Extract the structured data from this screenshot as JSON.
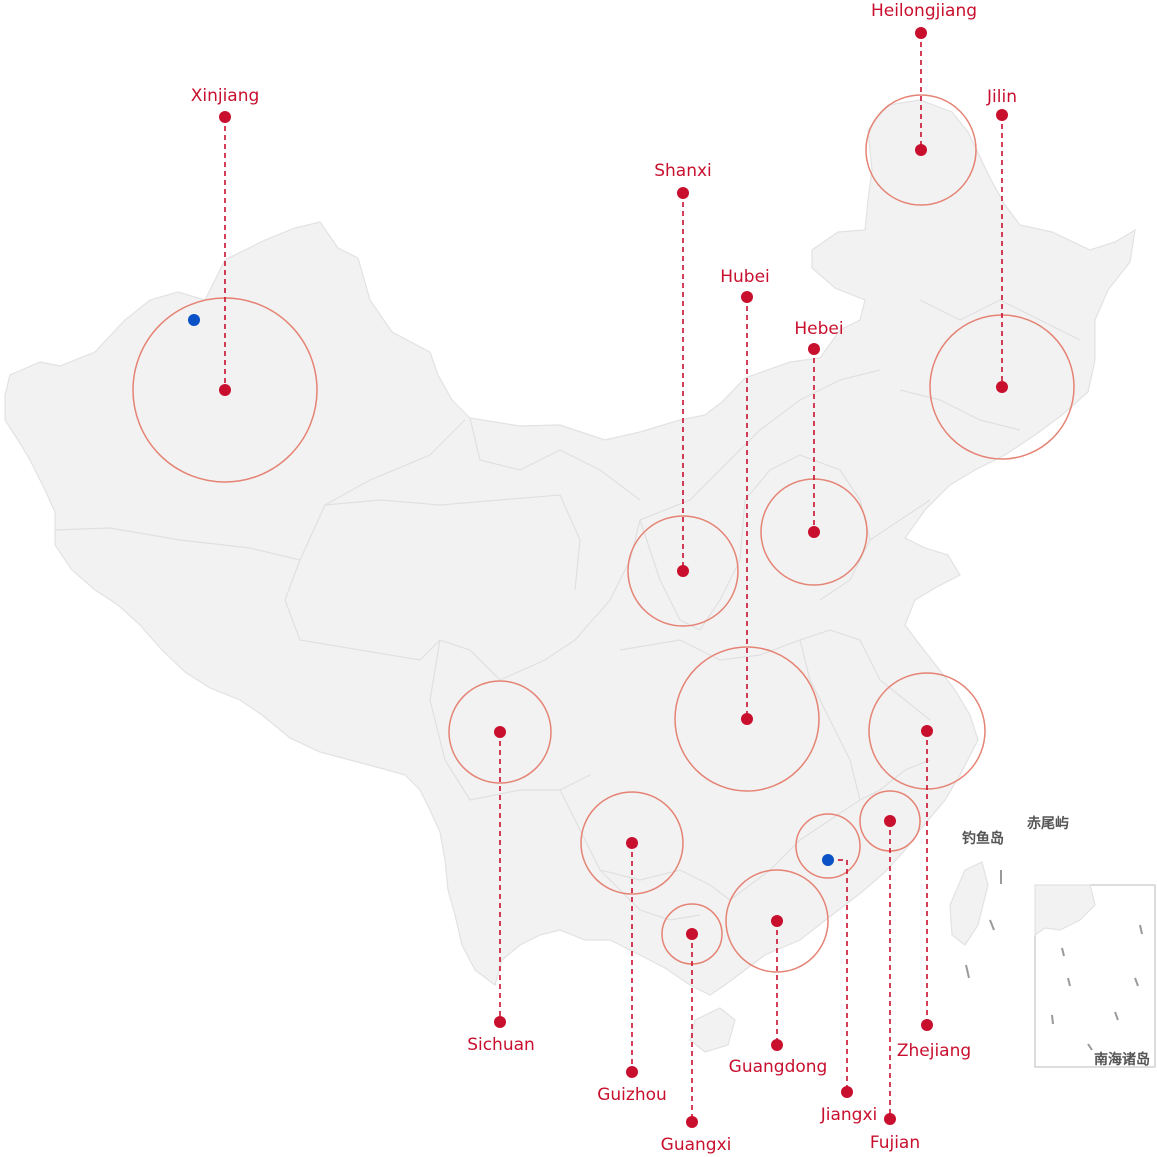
{
  "map": {
    "marker_color": "#c8102e",
    "ring_color": "#e58374",
    "secondary_marker_color": "#0a52c5",
    "land_color": "#f2f2f2"
  },
  "provinces": [
    {
      "id": "xinjiang",
      "name": "Xinjiang"
    },
    {
      "id": "heilongjiang",
      "name": "Heilongjiang"
    },
    {
      "id": "jilin",
      "name": "Jilin"
    },
    {
      "id": "shanxi",
      "name": "Shanxi"
    },
    {
      "id": "hubei",
      "name": "Hubei"
    },
    {
      "id": "hebei",
      "name": "Hebei"
    },
    {
      "id": "sichuan",
      "name": "Sichuan"
    },
    {
      "id": "guizhou",
      "name": "Guizhou"
    },
    {
      "id": "guangxi",
      "name": "Guangxi"
    },
    {
      "id": "guangdong",
      "name": "Guangdong"
    },
    {
      "id": "jiangxi",
      "name": "Jiangxi"
    },
    {
      "id": "fujian",
      "name": "Fujian"
    },
    {
      "id": "zhejiang",
      "name": "Zhejiang"
    }
  ],
  "geo_labels": {
    "diaoyu": "钓鱼岛",
    "chiwei": "赤尾屿",
    "nanhai": "南海诸岛"
  }
}
